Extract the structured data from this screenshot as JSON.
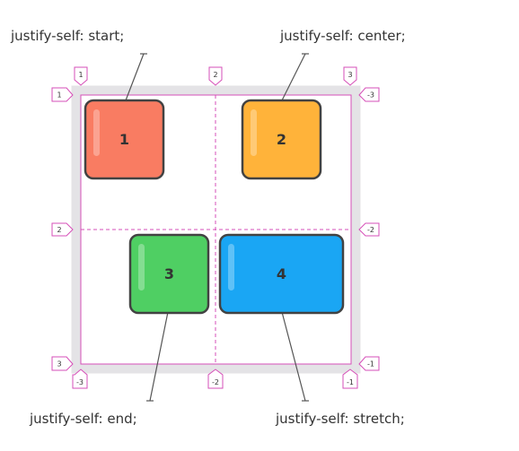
{
  "captions": {
    "top_left": "justify-self: start;",
    "top_right": "justify-self: center;",
    "bottom_left": "justify-self: end;",
    "bottom_right": "justify-self: stretch;"
  },
  "grid_lines": {
    "column_top": [
      "1",
      "2",
      "3"
    ],
    "column_bottom": [
      "-3",
      "-2",
      "-1"
    ],
    "row_left": [
      "1",
      "2",
      "3"
    ],
    "row_right": [
      "-3",
      "-2",
      "-1"
    ]
  },
  "items": [
    {
      "label": "1",
      "color": "#f97c62",
      "justify": "start"
    },
    {
      "label": "2",
      "color": "#ffb33a",
      "justify": "center"
    },
    {
      "label": "3",
      "color": "#4fcf63",
      "justify": "end"
    },
    {
      "label": "4",
      "color": "#1aa6f4",
      "justify": "stretch"
    }
  ],
  "colors": {
    "container_border": "#e4e3e6",
    "grid_line": "#d64fb8",
    "item_outline": "#424242"
  }
}
